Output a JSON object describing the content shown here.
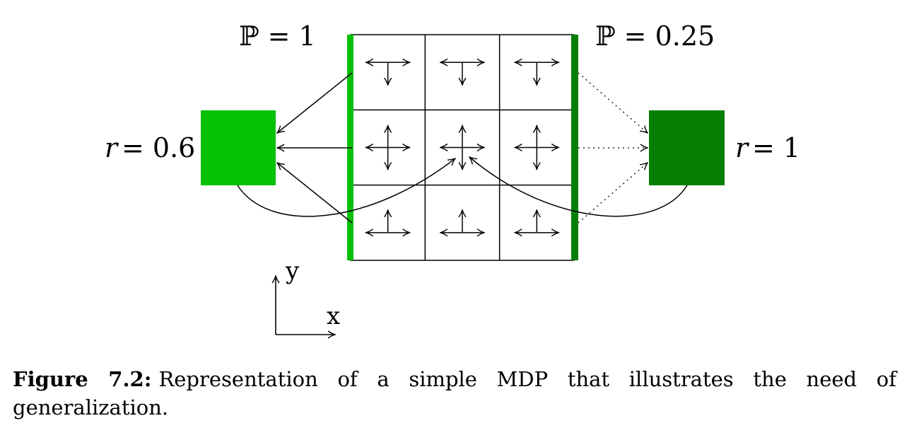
{
  "diagram": {
    "prob_left": "ℙ = 1",
    "prob_right": "ℙ = 0.25",
    "reward_left_var": "r",
    "reward_left_value": " = 0.6",
    "reward_right_var": "r",
    "reward_right_value": " = 1",
    "axis_y": "y",
    "axis_x": "x",
    "grid": {
      "rows": 3,
      "cols": 3,
      "cell_arrows": [
        [
          "left-right-down",
          "left-right-down",
          "left-right-down"
        ],
        [
          "left-right-up-down",
          "left-right-up-down",
          "left-right-up-down"
        ],
        [
          "left-right-up",
          "left-right-up",
          "left-right-up"
        ]
      ]
    },
    "colors": {
      "left_terminal": "#05c005",
      "right_terminal": "#058005",
      "left_border": "#05c005",
      "right_border": "#058005",
      "lines": "#000000"
    }
  },
  "caption": {
    "label": "Figure 7.2:",
    "text": "Representation of a simple MDP that illustrates the need of generalization."
  }
}
